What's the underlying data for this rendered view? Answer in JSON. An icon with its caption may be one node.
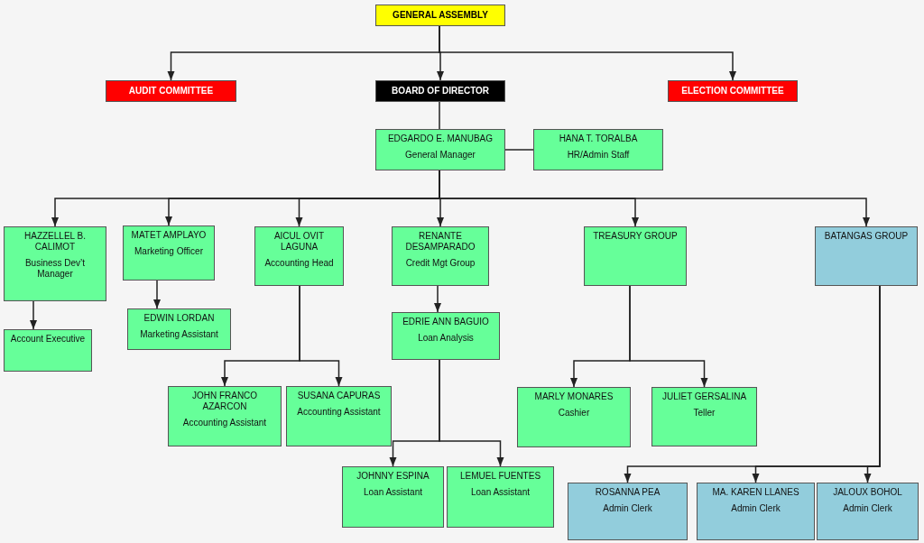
{
  "diagram": {
    "nodes": [
      {
        "text": [
          "GENERAL ASSEMBLY"
        ]
      },
      {
        "text": [
          "AUDIT COMMITTEE"
        ]
      },
      {
        "text": [
          "BOARD OF DIRECTOR"
        ]
      },
      {
        "text": [
          "ELECTION COMMITTEE"
        ]
      },
      {
        "text": [
          "EDGARDO E. MANUBAG",
          "General Manager"
        ]
      },
      {
        "text": [
          "HANA T. TORALBA",
          "HR/Admin Staff"
        ]
      },
      {
        "text": [
          "HAZZELLEL B. CALIMOT",
          "Business Dev’t Manager"
        ]
      },
      {
        "text": [
          "MATET AMPLAYO",
          "Marketing Officer"
        ]
      },
      {
        "text": [
          "AICUL OVIT LAGUNA",
          "Accounting Head"
        ]
      },
      {
        "text": [
          "RENANTE DESAMPARADO",
          "Credit Mgt Group"
        ]
      },
      {
        "text": [
          "TREASURY GROUP"
        ]
      },
      {
        "text": [
          "BATANGAS GROUP"
        ]
      },
      {
        "text": [
          "Account Executive"
        ]
      },
      {
        "text": [
          "EDWIN LORDAN",
          "Marketing Assistant"
        ]
      },
      {
        "text": [
          "EDRIE ANN BAGUIO",
          "Loan Analysis"
        ]
      },
      {
        "text": [
          "JOHN FRANCO AZARCON",
          "Accounting Assistant"
        ]
      },
      {
        "text": [
          "SUSANA CAPURAS",
          "Accounting Assistant"
        ]
      },
      {
        "text": [
          "MARLY MONARES",
          "Cashier"
        ]
      },
      {
        "text": [
          "JULIET GERSALINA",
          "Teller"
        ]
      },
      {
        "text": [
          "JOHNNY ESPINA",
          "Loan Assistant"
        ]
      },
      {
        "text": [
          "LEMUEL FUENTES",
          "Loan Assistant"
        ]
      },
      {
        "text": [
          "ROSANNA PEA",
          "Admin Clerk"
        ]
      },
      {
        "text": [
          "MA. KAREN LLANES",
          "Admin Clerk"
        ]
      },
      {
        "text": [
          "JALOUX BOHOL",
          "Admin Clerk"
        ]
      }
    ],
    "edges": [
      {
        "from": 0,
        "to": 1,
        "arrow": "to"
      },
      {
        "from": 0,
        "to": 2,
        "arrow": "to"
      },
      {
        "from": 0,
        "to": 3,
        "arrow": "to"
      },
      {
        "from": 2,
        "to": 4,
        "arrow": "none"
      },
      {
        "from": 4,
        "to": 5,
        "arrow": "none"
      },
      {
        "from": 4,
        "to": 6,
        "arrow": "to"
      },
      {
        "from": 4,
        "to": 7,
        "arrow": "to"
      },
      {
        "from": 4,
        "to": 8,
        "arrow": "to"
      },
      {
        "from": 4,
        "to": 9,
        "arrow": "to"
      },
      {
        "from": 4,
        "to": 10,
        "arrow": "to"
      },
      {
        "from": 4,
        "to": 11,
        "arrow": "to"
      },
      {
        "from": 6,
        "to": 12,
        "arrow": "to"
      },
      {
        "from": 7,
        "to": 13,
        "arrow": "to"
      },
      {
        "from": 9,
        "to": 14,
        "arrow": "to"
      },
      {
        "from": 8,
        "to": 15,
        "arrow": "to"
      },
      {
        "from": 8,
        "to": 16,
        "arrow": "to"
      },
      {
        "from": 14,
        "to": 19,
        "arrow": "to"
      },
      {
        "from": 14,
        "to": 20,
        "arrow": "to"
      },
      {
        "from": 10,
        "to": 17,
        "arrow": "to"
      },
      {
        "from": 10,
        "to": 18,
        "arrow": "to"
      },
      {
        "from": 11,
        "to": 21,
        "arrow": "to"
      },
      {
        "from": 11,
        "to": 22,
        "arrow": "to"
      },
      {
        "from": 11,
        "to": 23,
        "arrow": "to"
      }
    ]
  }
}
